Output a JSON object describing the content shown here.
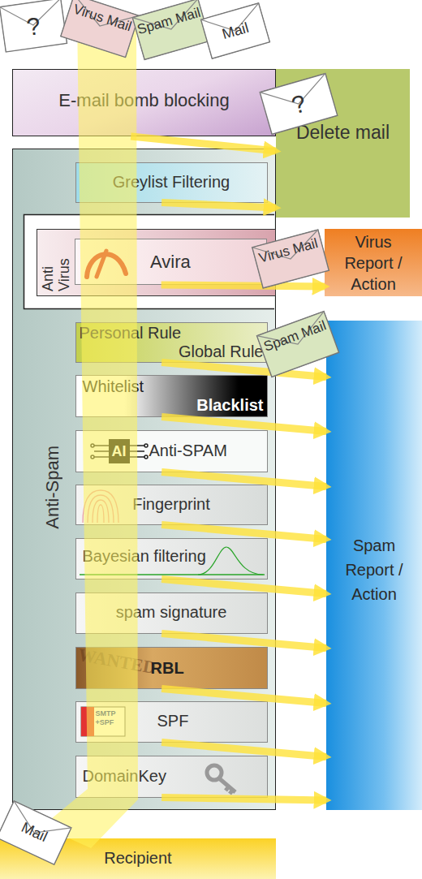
{
  "diagram": {
    "nodes": [
      {
        "text": [
          "?"
        ]
      },
      {
        "text": [
          "Virus Mail"
        ]
      },
      {
        "text": [
          "Spam Mail"
        ]
      },
      {
        "text": [
          "Mail"
        ]
      },
      {
        "text": [
          "E-mail bomb blocking"
        ]
      },
      {
        "text": [
          "?"
        ]
      },
      {
        "text": [
          "Delete mail"
        ]
      },
      {
        "text": [
          "Anti-Spam"
        ]
      },
      {
        "text": [
          "Greylist Filtering"
        ],
        "in": 7
      },
      {
        "text": [
          "Anti Virus"
        ],
        "in": 7
      },
      {
        "text": [
          "Avira"
        ],
        "in": 9
      },
      {
        "text": [
          "Virus Mail"
        ]
      },
      {
        "text": [
          "Virus Report / Action"
        ]
      },
      {
        "text": [
          "Personal Rule",
          "Global Rule"
        ],
        "in": 7
      },
      {
        "text": [
          "Spam Mail"
        ]
      },
      {
        "text": [
          "Spam Report / Action"
        ]
      },
      {
        "text": [
          "Whitelist",
          "Blacklist"
        ],
        "in": 7
      },
      {
        "text": [
          "AI",
          "Anti-SPAM"
        ],
        "in": 7
      },
      {
        "text": [
          "Fingerprint"
        ],
        "in": 7
      },
      {
        "text": [
          "Bayesian filtering"
        ],
        "in": 7
      },
      {
        "text": [
          "spam signature"
        ],
        "in": 7
      },
      {
        "text": [
          "WANTED",
          "RBL"
        ],
        "in": 7
      },
      {
        "text": [
          "SMTP +SPF",
          "SPF"
        ],
        "in": 7
      },
      {
        "text": [
          "DomainKey"
        ],
        "in": 7
      },
      {
        "text": [
          "Mail"
        ]
      },
      {
        "text": [
          "Recipient"
        ]
      }
    ],
    "edges": [
      {
        "from": 4,
        "to": 6,
        "arrow": "to"
      },
      {
        "from": 8,
        "to": 6,
        "arrow": "to"
      },
      {
        "from": 10,
        "to": 12,
        "arrow": "to"
      },
      {
        "from": 13,
        "to": 15,
        "arrow": "to"
      },
      {
        "from": 16,
        "to": 15,
        "arrow": "to"
      },
      {
        "from": 17,
        "to": 15,
        "arrow": "to"
      },
      {
        "from": 18,
        "to": 15,
        "arrow": "to"
      },
      {
        "from": 19,
        "to": 15,
        "arrow": "to"
      },
      {
        "from": 20,
        "to": 15,
        "arrow": "to"
      },
      {
        "from": 21,
        "to": 15,
        "arrow": "to"
      },
      {
        "from": 22,
        "to": 15,
        "arrow": "to"
      },
      {
        "from": 23,
        "to": 15,
        "arrow": "to"
      }
    ]
  }
}
